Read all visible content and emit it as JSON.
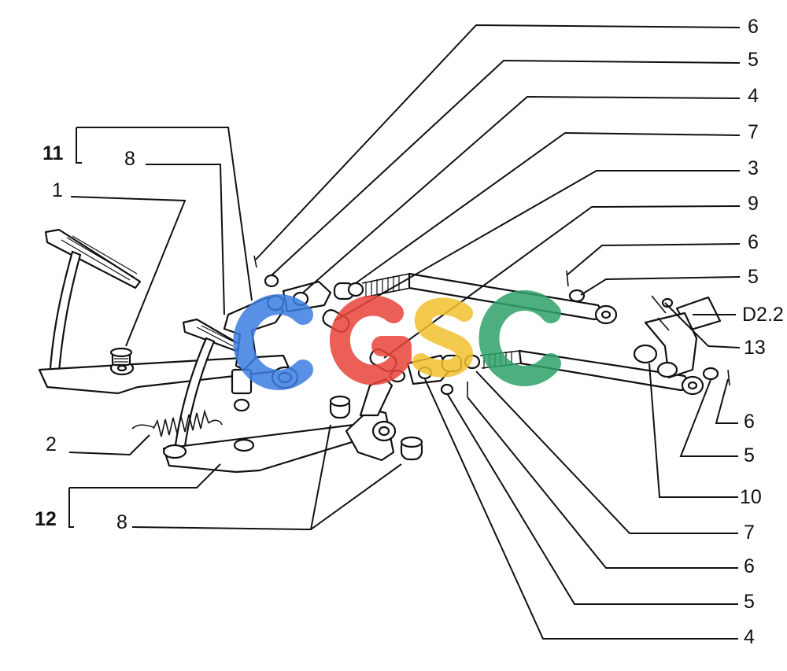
{
  "diagram": {
    "labels": {
      "l11": "11",
      "l8a": "8",
      "l1": "1",
      "l2": "2",
      "l12": "12",
      "l8b": "8",
      "r6a": "6",
      "r5a": "5",
      "r4a": "4",
      "r7a": "7",
      "r3": "3",
      "r9": "9",
      "r6b": "6",
      "r5b": "5",
      "rD22": "D2.2",
      "r13": "13",
      "r6c": "6",
      "r5c": "5",
      "r10": "10",
      "r7b": "7",
      "r6d": "6",
      "r5d": "5",
      "r4b": "4"
    },
    "watermark": {
      "letters": [
        "C",
        "G",
        "S",
        "C"
      ],
      "colors": [
        "#3a7de0",
        "#e8443a",
        "#f2c12e",
        "#2fa26a"
      ]
    }
  }
}
